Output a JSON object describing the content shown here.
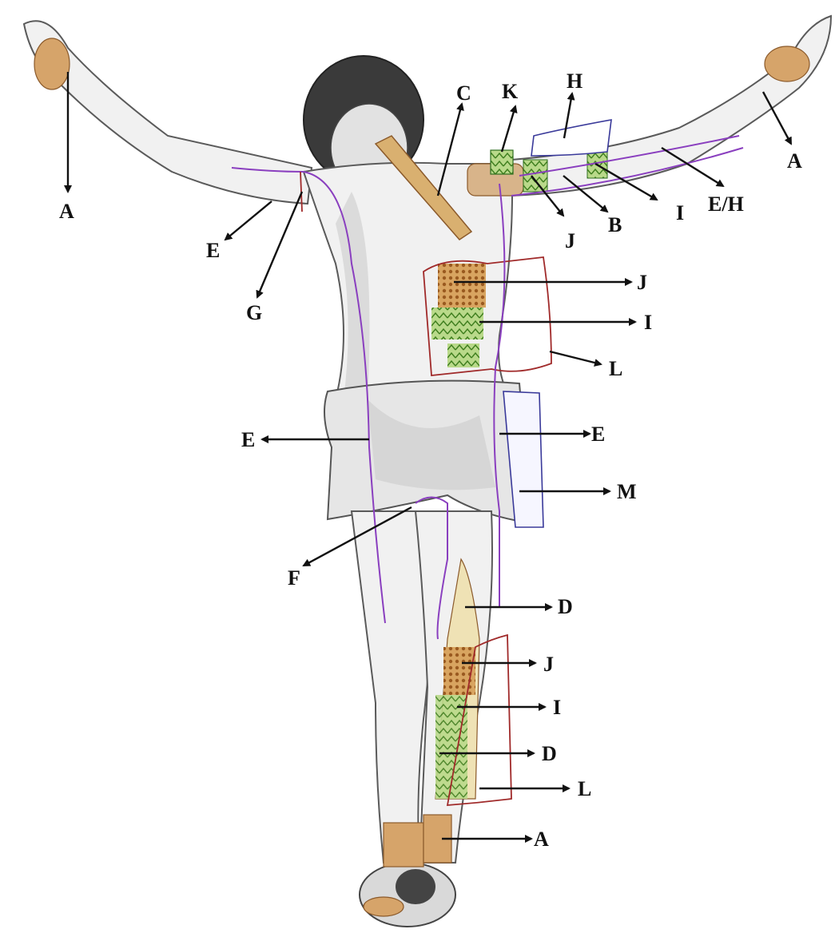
{
  "labels": {
    "a_left_hand": "A",
    "a_right_wrist": "A",
    "a_ankle": "A",
    "b": "B",
    "c": "C",
    "d_upper": "D",
    "d_lower": "D",
    "e_left_arm": "E",
    "e_left_hip": "E",
    "e_right_hip": "E",
    "eh_right_arm": "E/H",
    "f": "F",
    "g": "G",
    "h": "H",
    "i_right_arm": "I",
    "i_torso": "I",
    "i_leg": "I",
    "j_shoulder": "J",
    "j_torso": "J",
    "j_leg": "J",
    "k": "K",
    "l_torso": "L",
    "l_leg": "L",
    "m": "M"
  },
  "colors": {
    "wood": "#d6a46a",
    "wood_dark": "#8b5a2b",
    "damage_orange": "#c8843a",
    "damage_green": "#5a9a2a",
    "outline_purple": "#8a3fbf",
    "outline_red": "#a02a2a",
    "outline_blue": "#3a3a9a",
    "ink": "#111111"
  }
}
